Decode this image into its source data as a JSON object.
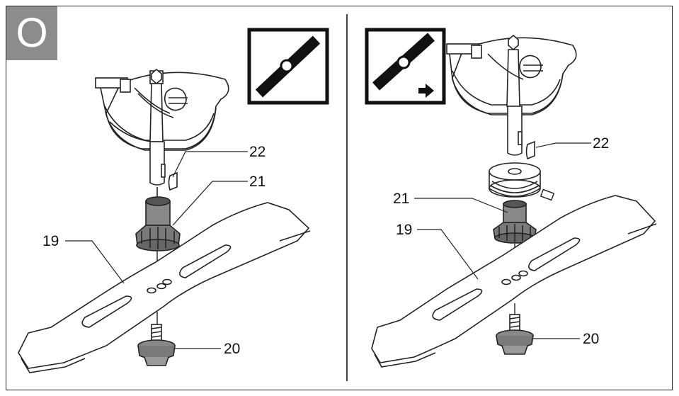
{
  "step_label": "O",
  "left_panel": {
    "callouts": [
      "22",
      "21",
      "19",
      "20"
    ]
  },
  "right_panel": {
    "callouts": [
      "22",
      "21",
      "19",
      "20"
    ]
  },
  "icons": {
    "left": "blade-symbol-icon",
    "right": "blade-with-arrow-symbol-icon"
  }
}
